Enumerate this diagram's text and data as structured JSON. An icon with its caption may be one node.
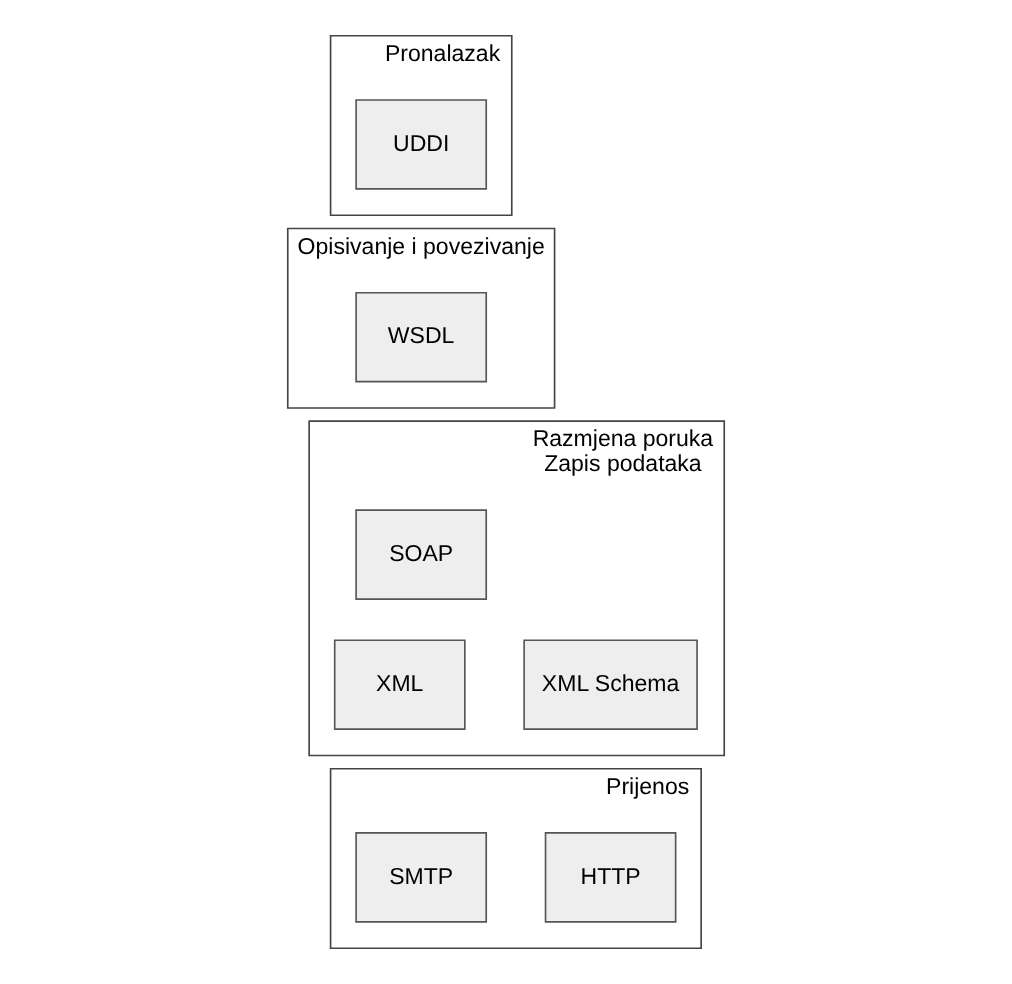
{
  "diagram": {
    "nodes": [
      {
        "text": [
          "Pronalazak"
        ]
      },
      {
        "text": [
          "UDDI"
        ],
        "in": 0
      },
      {
        "text": [
          "Opisivanje i povezivanje"
        ]
      },
      {
        "text": [
          "WSDL"
        ],
        "in": 2
      },
      {
        "text": [
          "Razmjena poruka",
          "Zapis podataka"
        ]
      },
      {
        "text": [
          "SOAP"
        ],
        "in": 4
      },
      {
        "text": [
          "XML"
        ],
        "in": 4
      },
      {
        "text": [
          "XML Schema"
        ],
        "in": 4
      },
      {
        "text": [
          "Prijenos"
        ]
      },
      {
        "text": [
          "HTTP"
        ],
        "in": 8
      },
      {
        "text": [
          "SMTP"
        ],
        "in": 8
      }
    ]
  }
}
